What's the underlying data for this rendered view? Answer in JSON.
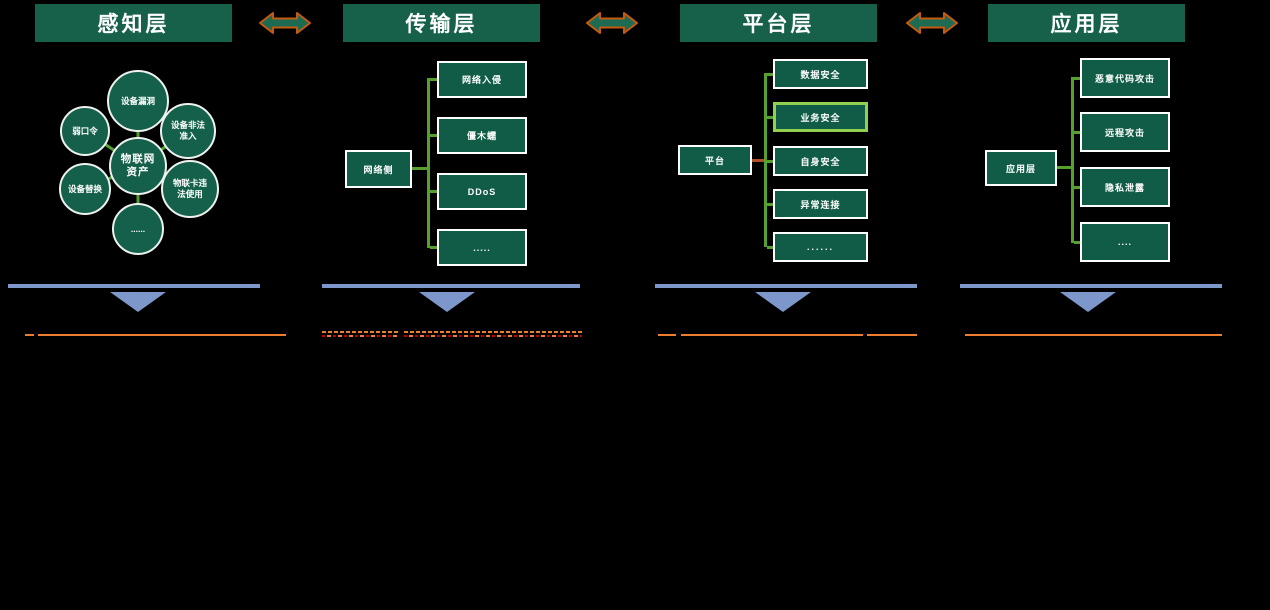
{
  "colors": {
    "background": "#000000",
    "header_fill": "#17614b",
    "box_fill": "#115c46",
    "circle_fill": "#15604a",
    "connector_green": "#55a12f",
    "parent_stub_red": "#b0512a",
    "highlight_border": "#92d050",
    "arrow_fill": "#1d6b52",
    "arrow_stroke": "#c55a11",
    "pointer_blue": "#7e97cb",
    "caption_orange": "#ed7d31",
    "caption_red": "#c00000"
  },
  "columns": [
    {
      "header": "感知层",
      "cluster": {
        "center": "物联网资产",
        "satellites": [
          {
            "label": "设备漏洞"
          },
          {
            "label": "弱口令"
          },
          {
            "label": "设备非法准入"
          },
          {
            "label": "设备替换"
          },
          {
            "label": "物联卡违法使用"
          },
          {
            "label": "......"
          }
        ]
      }
    },
    {
      "header": "传输层",
      "parent": "网络侧",
      "children": [
        {
          "label": "网络入侵",
          "highlight": false
        },
        {
          "label": "僵木蠕",
          "highlight": false
        },
        {
          "label": "DDoS",
          "highlight": false
        },
        {
          "label": ".....",
          "highlight": false
        }
      ]
    },
    {
      "header": "平台层",
      "parent": "平台",
      "children": [
        {
          "label": "数据安全",
          "highlight": false
        },
        {
          "label": "业务安全",
          "highlight": true
        },
        {
          "label": "自身安全",
          "highlight": false
        },
        {
          "label": "异常连接",
          "highlight": false
        },
        {
          "label": "......",
          "highlight": false
        }
      ]
    },
    {
      "header": "应用层",
      "parent": "应用层",
      "children": [
        {
          "label": "恶意代码攻击",
          "highlight": false
        },
        {
          "label": "远程攻击",
          "highlight": false
        },
        {
          "label": "隐私泄露",
          "highlight": false
        },
        {
          "label": "....",
          "highlight": false
        }
      ]
    }
  ]
}
